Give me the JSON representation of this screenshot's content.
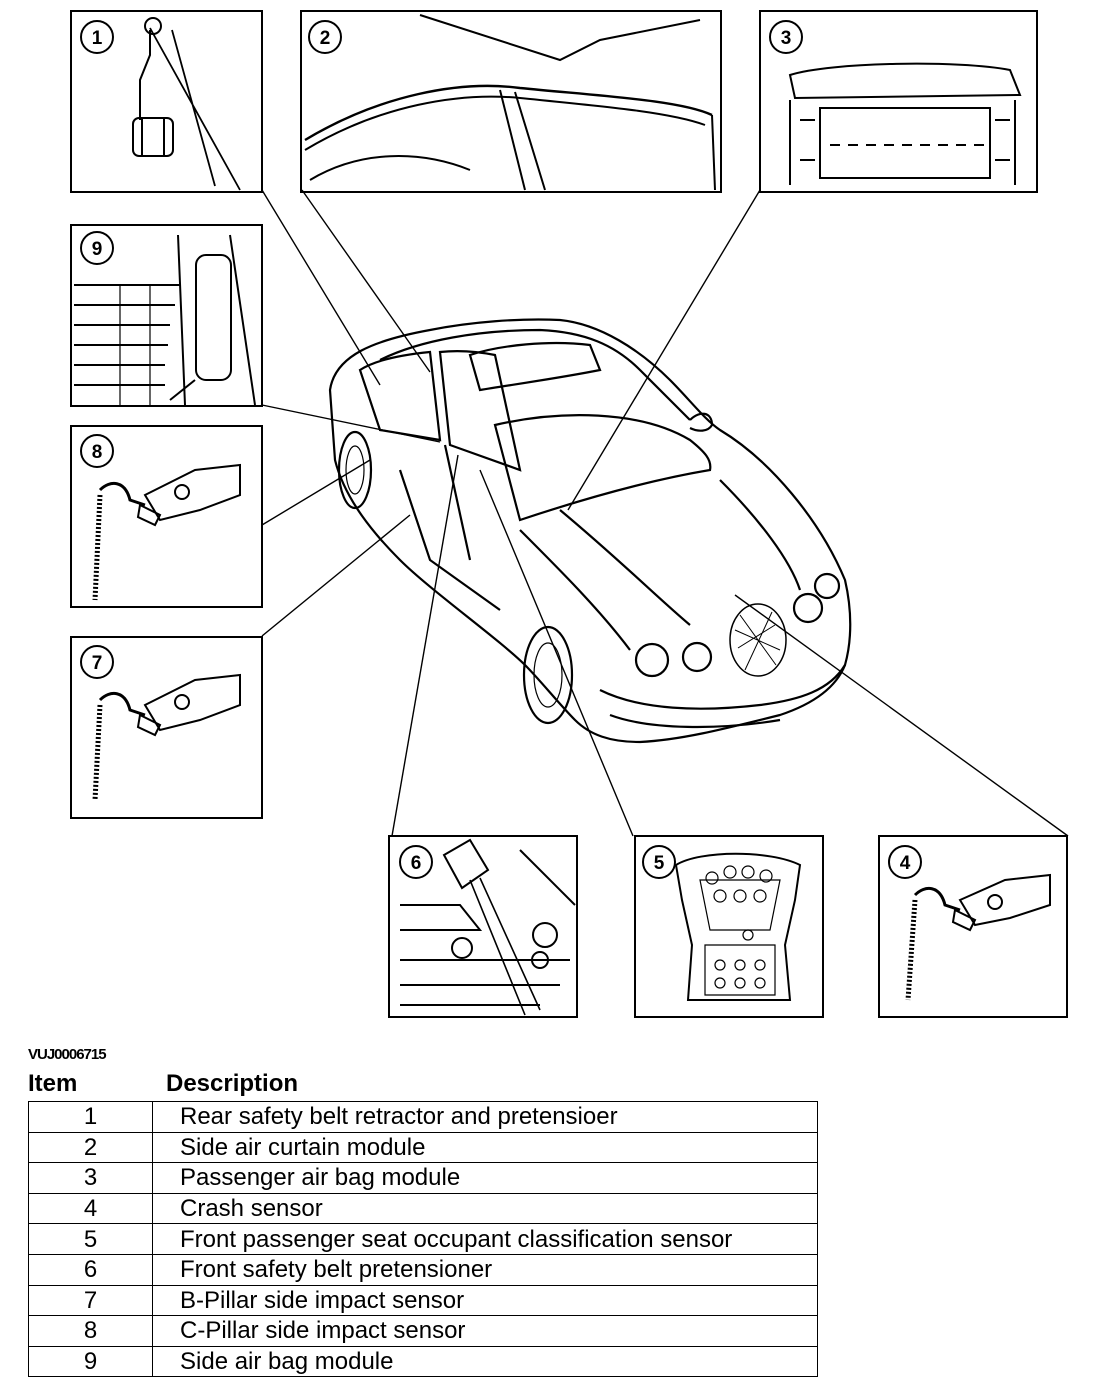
{
  "figure": {
    "id": "VUJ0006715"
  },
  "callouts": [
    "1",
    "2",
    "3",
    "4",
    "5",
    "6",
    "7",
    "8",
    "9"
  ],
  "table": {
    "headers": {
      "item": "Item",
      "description": "Description"
    },
    "rows": [
      {
        "item": "1",
        "description": "Rear safety belt retractor and pretensioer"
      },
      {
        "item": "2",
        "description": "Side air curtain module"
      },
      {
        "item": "3",
        "description": "Passenger air bag module"
      },
      {
        "item": "4",
        "description": "Crash sensor"
      },
      {
        "item": "5",
        "description": "Front passenger seat occupant classification sensor"
      },
      {
        "item": "6",
        "description": "Front safety belt pretensioner"
      },
      {
        "item": "7",
        "description": "B-Pillar side impact sensor"
      },
      {
        "item": "8",
        "description": "C-Pillar side impact sensor"
      },
      {
        "item": "9",
        "description": "Side air bag module"
      }
    ]
  }
}
